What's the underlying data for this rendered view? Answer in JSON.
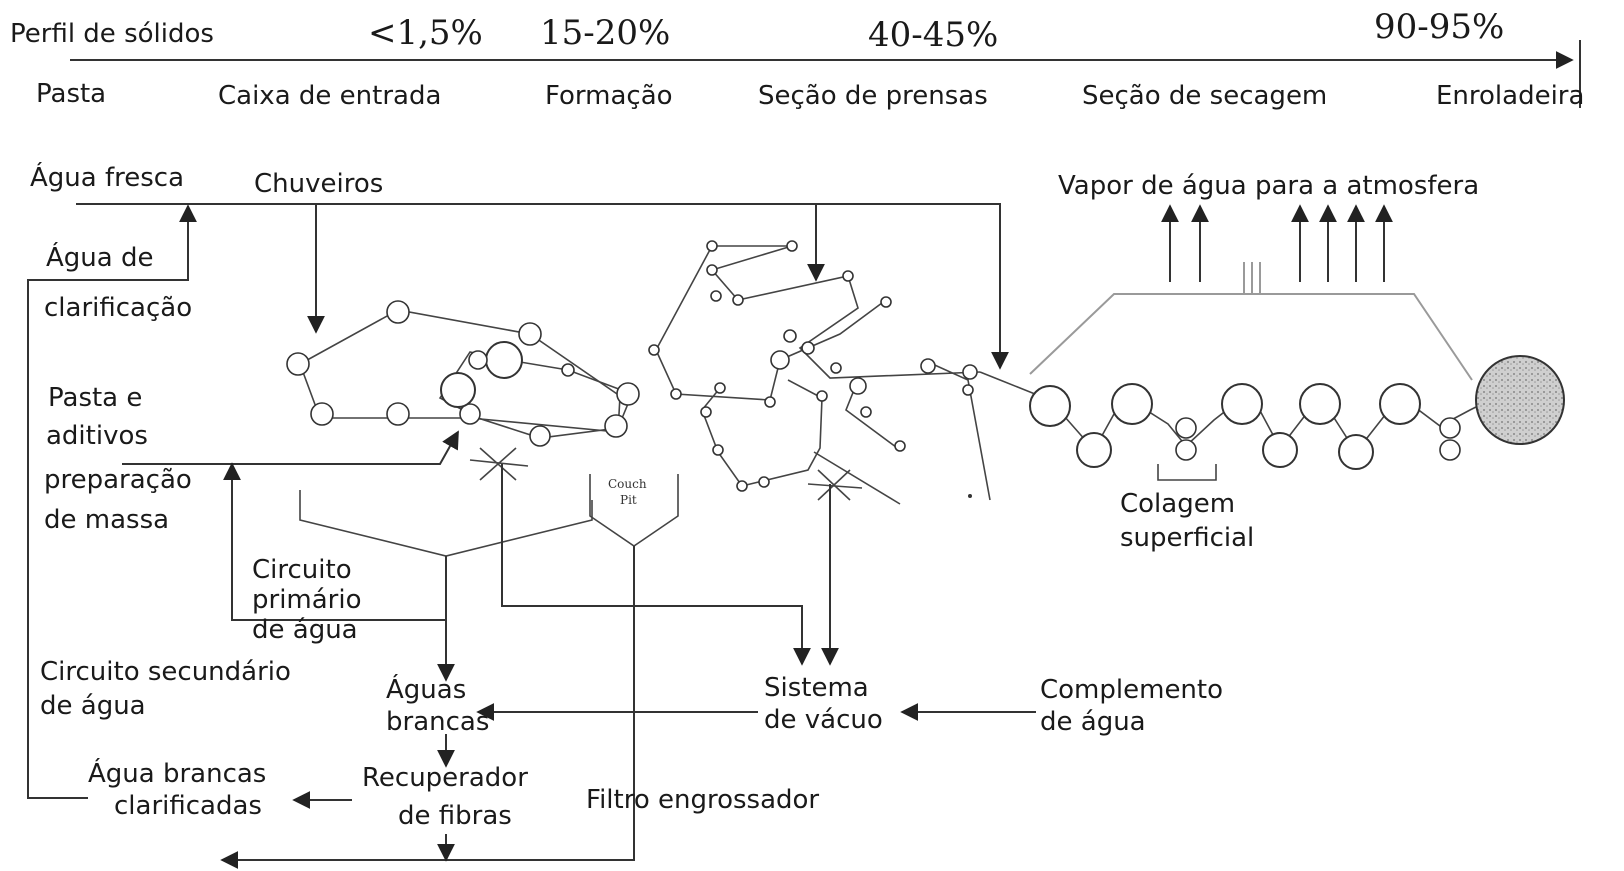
{
  "solids_profile": {
    "title": "Perfil de sólidos",
    "values": [
      "<1,5%",
      "15-20%",
      "40-45%",
      "90-95%"
    ]
  },
  "stages": [
    "Pasta",
    "Caixa de entrada",
    "Formação",
    "Seção de prensas",
    "Seção de secagem",
    "Enroladeira"
  ],
  "labels": {
    "agua_fresca": "Água fresca",
    "chuveiros": "Chuveiros",
    "vapor": "Vapor de água para a atmosfera",
    "agua_de": "Água de",
    "clarificacao": "clarificação",
    "pasta_e": "Pasta e",
    "aditivos": "aditivos",
    "preparacao": "preparação",
    "de_massa": "de massa",
    "couch_pit_1": "Couch",
    "couch_pit_2": "Pit",
    "colagem_1": "Colagem",
    "colagem_2": "superficial",
    "circuito_prim_1": "Circuito",
    "circuito_prim_2": "primário",
    "circuito_prim_3": "de água",
    "circuito_sec_1": "Circuito secundário",
    "circuito_sec_2": "de água",
    "aguas_brancas_1": "Águas",
    "aguas_brancas_2": "brancas",
    "sistema_vacuo_1": "Sistema",
    "sistema_vacuo_2": "de vácuo",
    "complemento_1": "Complemento",
    "complemento_2": "de água",
    "agua_clarif_1": "Água brancas",
    "agua_clarif_2": "clarificadas",
    "recuperador_1": "Recuperador",
    "recuperador_2": "de fibras",
    "filtro": "Filtro engrossador"
  },
  "colors": {
    "line": "#333333",
    "grey": "#9a9a9a",
    "reel_fill": "#c8c8c8"
  }
}
